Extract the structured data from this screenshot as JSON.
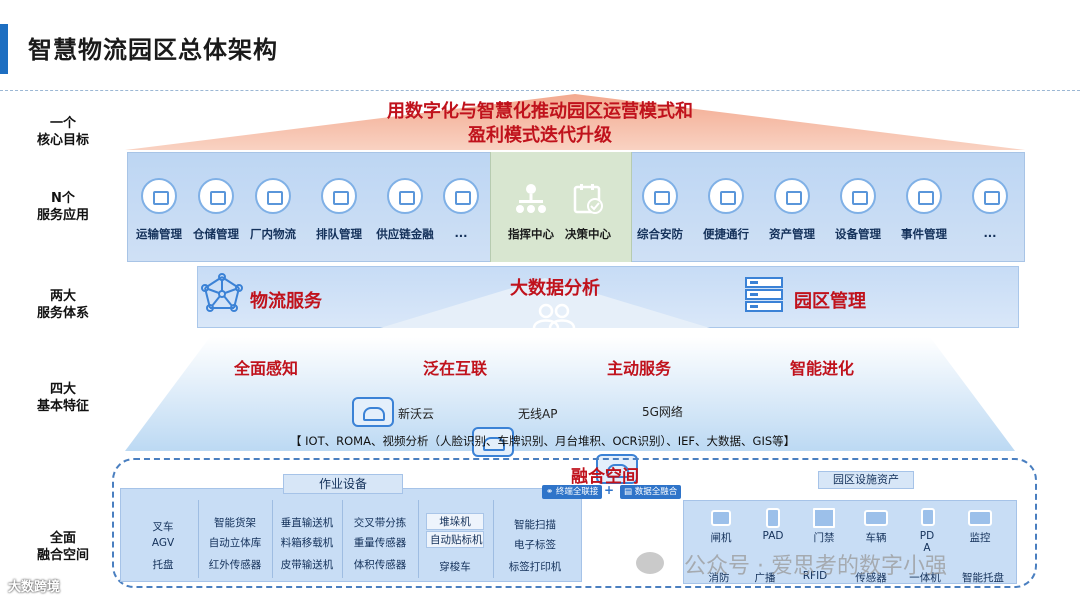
{
  "title": "智慧物流园区总体架构",
  "row_labels": {
    "goal": [
      "一个",
      "核心目标"
    ],
    "services": [
      "N个",
      "服务应用"
    ],
    "systems": [
      "两大",
      "服务体系"
    ],
    "features": [
      "四大",
      "基本特征"
    ],
    "fusion": [
      "全面",
      "融合空间"
    ]
  },
  "goal": {
    "line1": "用数字化与智慧化推动园区运营模式和",
    "line2": "盈利模式迭代升级"
  },
  "services": {
    "left": [
      "运输管理",
      "仓储管理",
      "厂内物流",
      "排队管理",
      "供应链金融",
      "..."
    ],
    "center": [
      "指挥中心",
      "决策中心"
    ],
    "right": [
      "综合安防",
      "便捷通行",
      "资产管理",
      "设备管理",
      "事件管理",
      "..."
    ]
  },
  "systems": {
    "left": "物流服务",
    "center": "大数据分析",
    "right": "园区管理"
  },
  "features": {
    "items": [
      "全面感知",
      "泛在互联",
      "主动服务",
      "智能进化"
    ],
    "networks": [
      "新沃云",
      "无线AP",
      "5G网络"
    ],
    "tech_line": "【 IOT、ROMA、视频分析（人脸识别、车牌识别、月台堆积、OCR识别）、IEF、大数据、GIS等】"
  },
  "fusion": {
    "title": "融合空间",
    "left_header": "作业设备",
    "right_header": "园区设施资产",
    "connect_buttons": [
      "终端全联接",
      "数据全融合"
    ],
    "device_columns": [
      [
        "叉车",
        "AGV",
        "托盘"
      ],
      [
        "智能货架",
        "自动立体库",
        "红外传感器"
      ],
      [
        "垂直输送机",
        "料箱移载机",
        "皮带输送机"
      ],
      [
        "交叉带分拣",
        "重量传感器",
        "体积传感器"
      ],
      [
        "堆垛机",
        "自动贴标机",
        "穿梭车"
      ],
      [
        "智能扫描",
        "电子标签",
        "标签打印机"
      ]
    ],
    "assets": [
      "闸机",
      "PAD",
      "门禁",
      "车辆",
      "PD",
      "监控"
    ],
    "assets_bottom": [
      "消防",
      "广播",
      "RFID",
      "传感器",
      "一体机",
      "智能托盘"
    ],
    "asset_extra": "A"
  },
  "watermark": "公众号 · 爱思考的数字小强",
  "corner_mark": "大数跨境"
}
